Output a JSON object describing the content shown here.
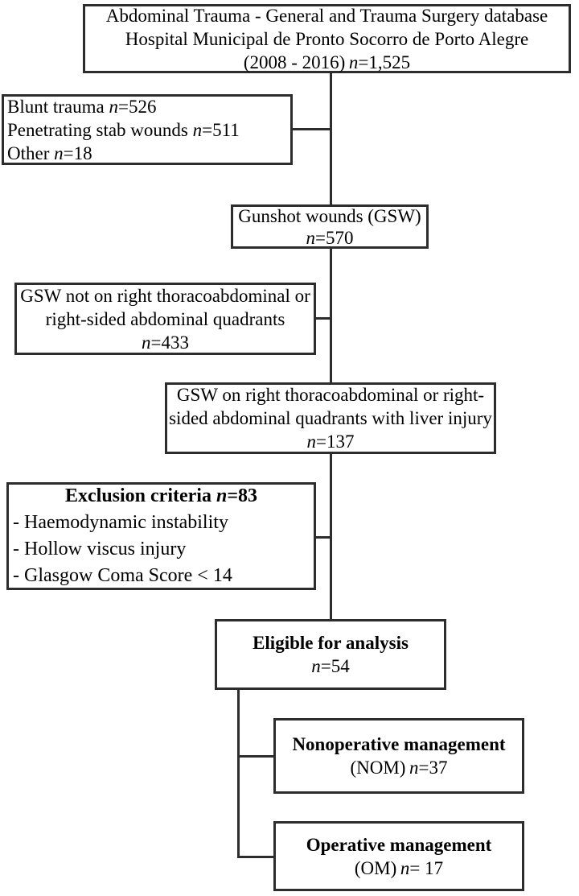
{
  "boxes": {
    "database": {
      "line1": "Abdominal Trauma - General and Trauma Surgery database",
      "line2": "Hospital Municipal de Pronto Socorro de Porto Alegre",
      "line3_pre": "(2008 - 2016) ",
      "n": "n",
      "line3_post": "=1,525"
    },
    "mechanism": {
      "rows": [
        {
          "pre": "Blunt trauma ",
          "n": "n",
          "post": "=526"
        },
        {
          "pre": "Penetrating stab wounds ",
          "n": "n",
          "post": "=511"
        },
        {
          "pre": "Other ",
          "n": "n",
          "post": "=18"
        }
      ]
    },
    "gsw": {
      "line1": "Gunshot wounds (GSW)",
      "n": "n",
      "post": "=570"
    },
    "gsw_not": {
      "line1": "GSW not on right thoracoabdominal or",
      "line2": "right-sided abdominal quadrants",
      "n": "n",
      "post": "=433"
    },
    "gsw_right": {
      "line1": "GSW on right thoracoabdominal or right-",
      "line2": "sided abdominal quadrants with liver injury",
      "n": "n",
      "post": "=137"
    },
    "exclusion": {
      "title_pre": "Exclusion criteria ",
      "n": "n",
      "post": "=83",
      "items": [
        "- Haemodynamic instability",
        "- Hollow viscus injury",
        "- Glasgow Coma Score < 14"
      ]
    },
    "eligible": {
      "title": "Eligible for analysis",
      "n": "n",
      "post": "=54"
    },
    "nom": {
      "title": "Nonoperative management",
      "pre": "(NOM) ",
      "n": "n",
      "post": "=37"
    },
    "om": {
      "title": "Operative management",
      "pre": "(OM) ",
      "n": "n",
      "post": "= 17"
    }
  },
  "colors": {
    "border": "#2d2d2d",
    "background": "#ffffff",
    "text": "#000000"
  }
}
